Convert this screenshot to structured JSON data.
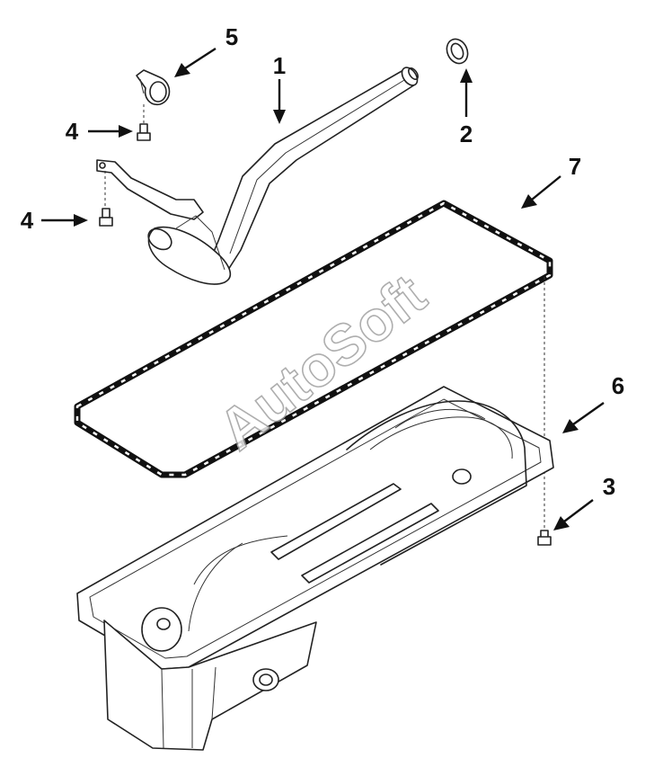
{
  "diagram": {
    "watermark": "AutoSoft",
    "callouts": [
      {
        "id": "1",
        "label": "1"
      },
      {
        "id": "2",
        "label": "2"
      },
      {
        "id": "3",
        "label": "3"
      },
      {
        "id": "4a",
        "label": "4"
      },
      {
        "id": "4b",
        "label": "4"
      },
      {
        "id": "5",
        "label": "5"
      },
      {
        "id": "6",
        "label": "6"
      },
      {
        "id": "7",
        "label": "7"
      }
    ]
  }
}
